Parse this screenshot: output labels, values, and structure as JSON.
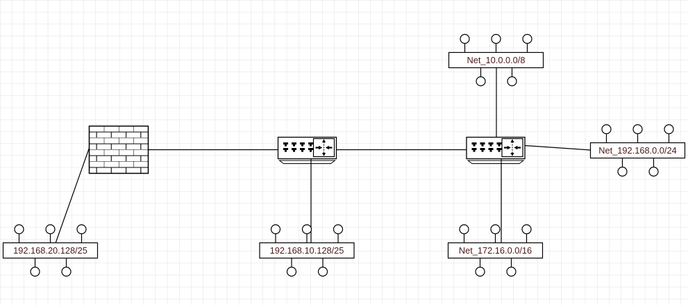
{
  "diagram": {
    "type": "network-topology",
    "colors": {
      "grid": "#e0e0e0",
      "shape_stroke": "#000000",
      "label_text": "#4a1a17",
      "background": "#ffffff"
    },
    "networks": {
      "net_10": {
        "label": "Net_10.0.0.0/8"
      },
      "net_192": {
        "label": "Net_192.168.0.0/24"
      },
      "net_20_128": {
        "label": "192.168.20.128/25"
      },
      "net_10_128": {
        "label": "192.168.10.128/25"
      },
      "net_172": {
        "label": "Net_172.16.0.0/16"
      }
    },
    "devices": {
      "firewall": {
        "kind": "firewall",
        "icon": "brick-wall-icon"
      },
      "router_left": {
        "kind": "router",
        "icon": "router-ports-arrows-icon"
      },
      "router_right": {
        "kind": "router",
        "icon": "router-ports-arrows-icon"
      }
    },
    "edges": [
      {
        "from": "firewall",
        "to": "net_20_128"
      },
      {
        "from": "firewall",
        "to": "router_left"
      },
      {
        "from": "router_left",
        "to": "router_right"
      },
      {
        "from": "router_left",
        "to": "net_10_128"
      },
      {
        "from": "router_right",
        "to": "net_10"
      },
      {
        "from": "router_right",
        "to": "net_192"
      },
      {
        "from": "router_right",
        "to": "net_172"
      }
    ]
  }
}
